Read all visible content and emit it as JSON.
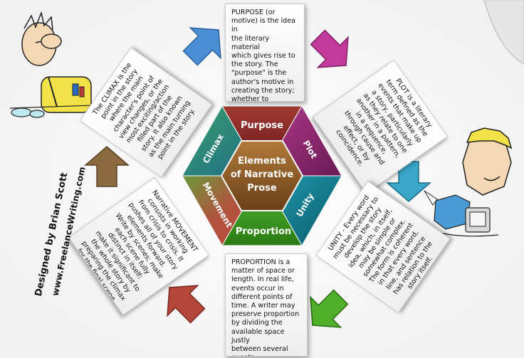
{
  "center": {
    "title_lines": [
      "Elements",
      "of Narrative",
      "Prose"
    ]
  },
  "segments": {
    "purpose": "Purpose",
    "plot": "Plot",
    "unity": "Unity",
    "proportion": "Proportion",
    "movement": "Movement",
    "climax": "Climax"
  },
  "cards": {
    "purpose": "PURPOSE (or\nmotive) is the idea in\nthe literary material\nwhich gives rise to\nthe story. The\n\"purpose\" is the\nauthor's motive in\ncreating the story;\nwhether to instruct,\nscare or amuse, etc.",
    "plot": "PLOT is a literary\nterm defined as the\nevents that make up\na story, particularly\nas they relate to one\nanother in a pattern,\nin a sequence,\nthrough cause and\neffect, or by\ncoincidence.",
    "unity": "UNITY - Every word\nmust be necessary to\ndevelop the story\nidea, which, in itself,\nmay be simple or\nsomewhat complex.\nThe form is coherent\nin that every word,\nline, and sentence\nhas relation to the\nstory itself.",
    "proportion": "PROPORTION is a\nmatter of space or\nlength. In real life,\nevents occur in\ndifferent points of\ntime. A writer may\npreserve proportion\nby dividing the\navailable space justly\nbetween several\nevents.",
    "movement": "Narrative MOVEMENT\nconsists in working\nfrom crisis to crisis. It\npushes all of your story\nelements forward.\nWrite by scenes; make\neach scene fully\ndistinct in itself;\nmake it significant to\nthe whole story by\npreparing the climax\nfor the final scene.",
    "climax": "The CLIMAX is the\npoint in the story\nwhere the main\ncharacter's point of\nview changes, or the\nmost exciting/action\nfilled part of the\nstory. It also known\nas the main turning\npoint in the story."
  },
  "credit": {
    "line1": "Designed by Brian Scott",
    "line2": "www.FreelanceWriting.com"
  },
  "colors": {
    "purpose": "#7d2226",
    "plot": "#8e2a6d",
    "unity": "#117a8c",
    "proportion": "#3a9a1f",
    "movement": "#9a4a3a",
    "climax": "#2f7c77",
    "center": "#8a5a2a",
    "arrow_blue": "#4a8fd6",
    "arrow_magenta": "#c23a9b",
    "arrow_cyan": "#3aa7c9",
    "arrow_green": "#4fae2a",
    "arrow_red": "#b4473a",
    "arrow_brown": "#8a6a3e"
  }
}
